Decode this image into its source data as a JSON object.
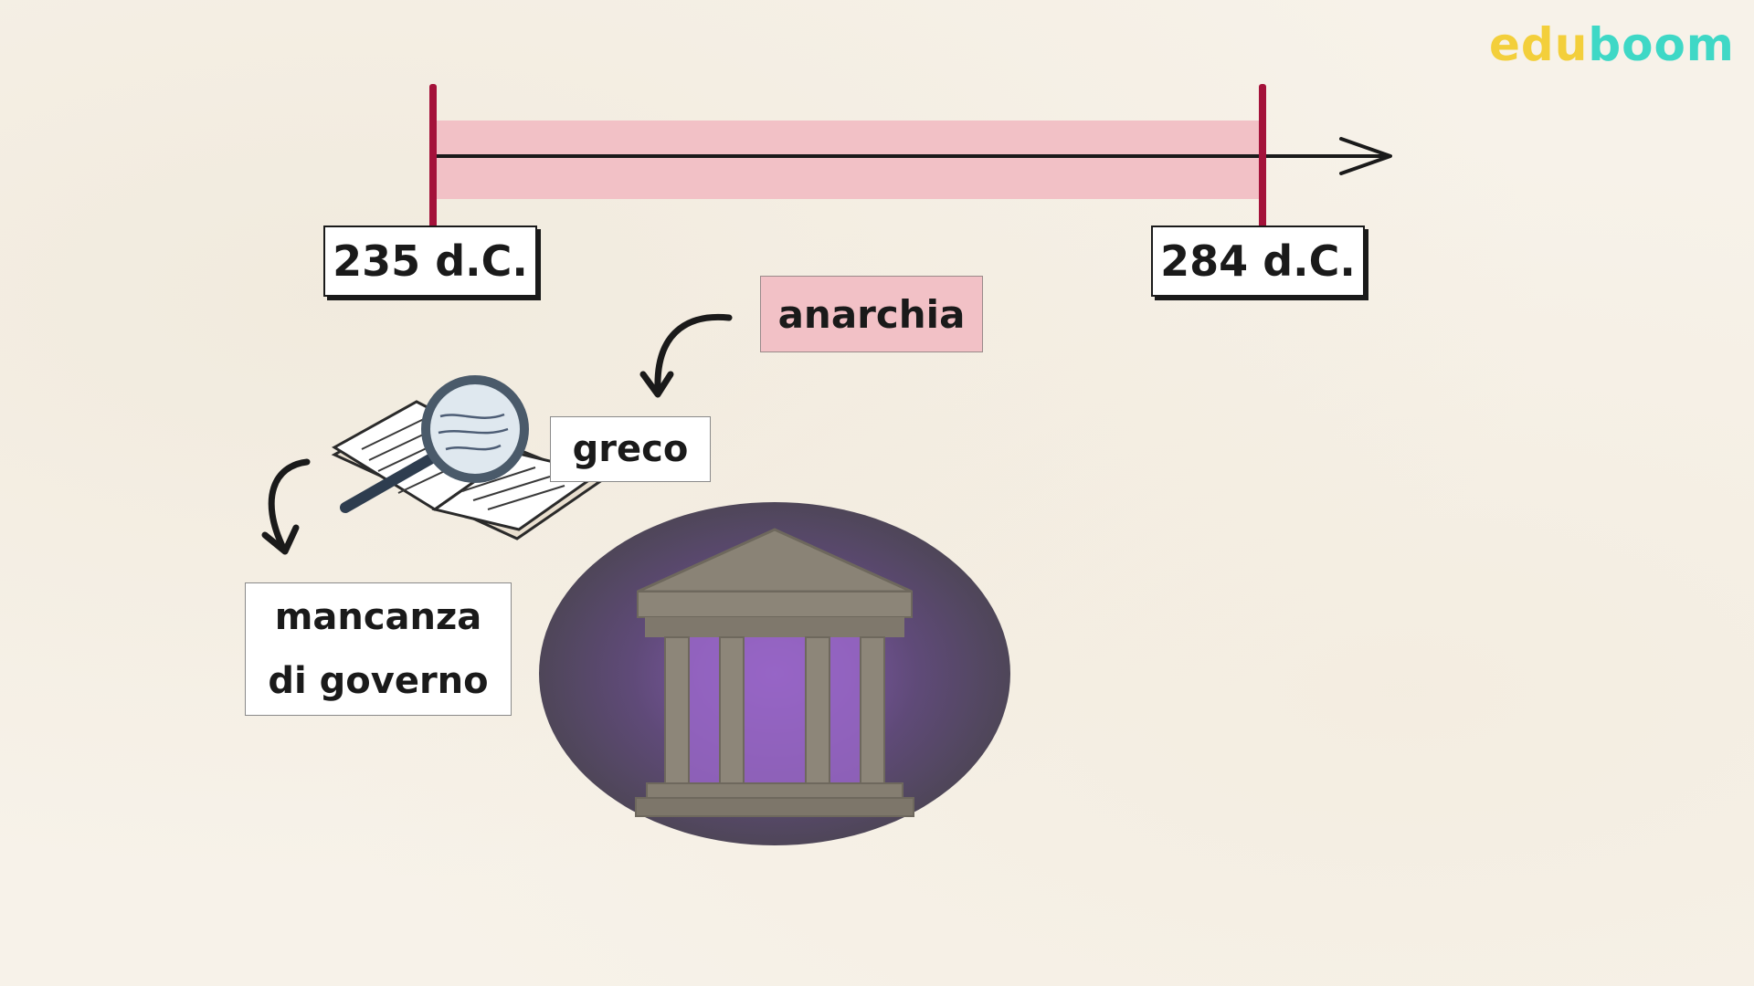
{
  "logo": {
    "part1": "edu",
    "part2": "boom",
    "color1": "#f3cf3b",
    "color2": "#3fd8c6"
  },
  "timeline": {
    "start_label": "235 d.C.",
    "end_label": "284 d.C.",
    "band_color": "#f2c1c6",
    "tick_color": "#a4123a"
  },
  "terms": {
    "anarchia": "anarchia",
    "greco": "greco",
    "meaning_line1": "mancanza",
    "meaning_line2": "di governo"
  },
  "icons": {
    "book": "open-book-magnifier-icon",
    "temple": "greek-temple-icon"
  }
}
